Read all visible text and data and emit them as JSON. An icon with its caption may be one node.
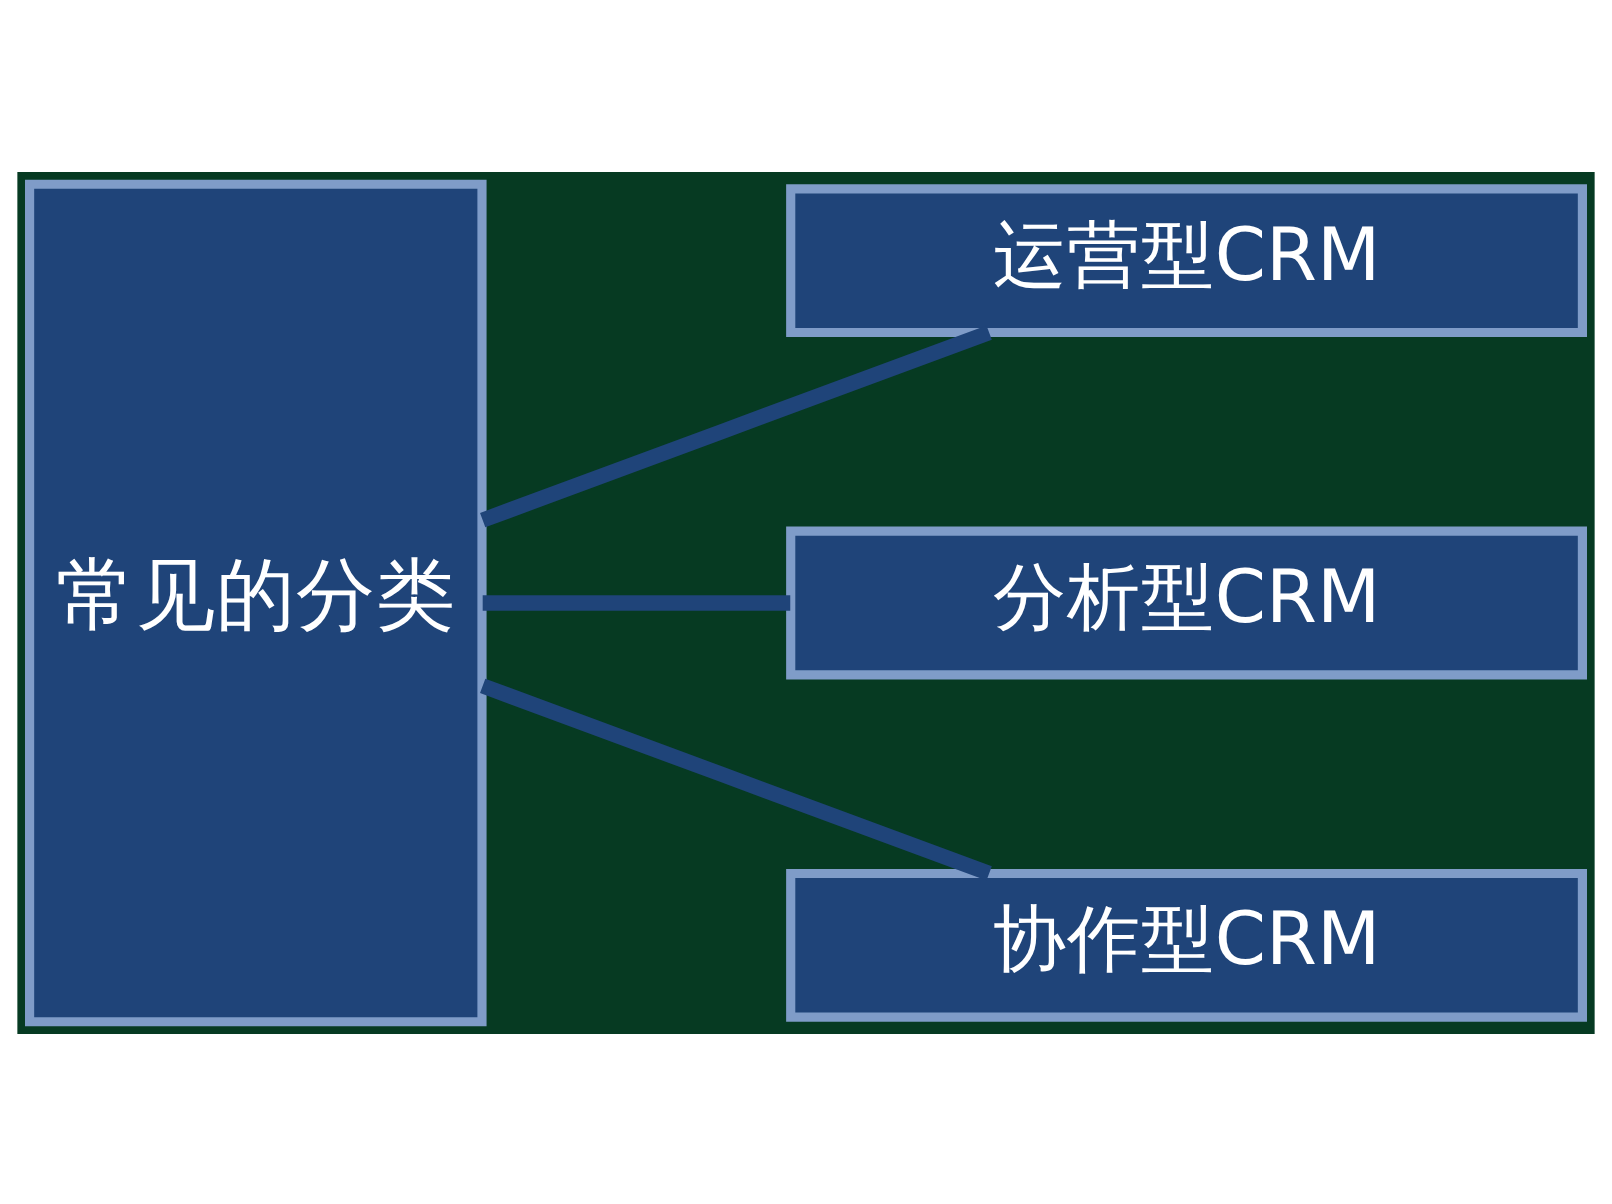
{
  "diagram": {
    "nodes": [
      {
        "text": [
          "常见的分类"
        ]
      },
      {
        "text": [
          "运营型CRM"
        ]
      },
      {
        "text": [
          "分析型CRM"
        ]
      },
      {
        "text": [
          "协作型CRM"
        ]
      }
    ],
    "edges": [
      {
        "from": 0,
        "to": 1,
        "arrow": "none"
      },
      {
        "from": 0,
        "to": 2,
        "arrow": "none"
      },
      {
        "from": 0,
        "to": 3,
        "arrow": "none"
      }
    ]
  }
}
